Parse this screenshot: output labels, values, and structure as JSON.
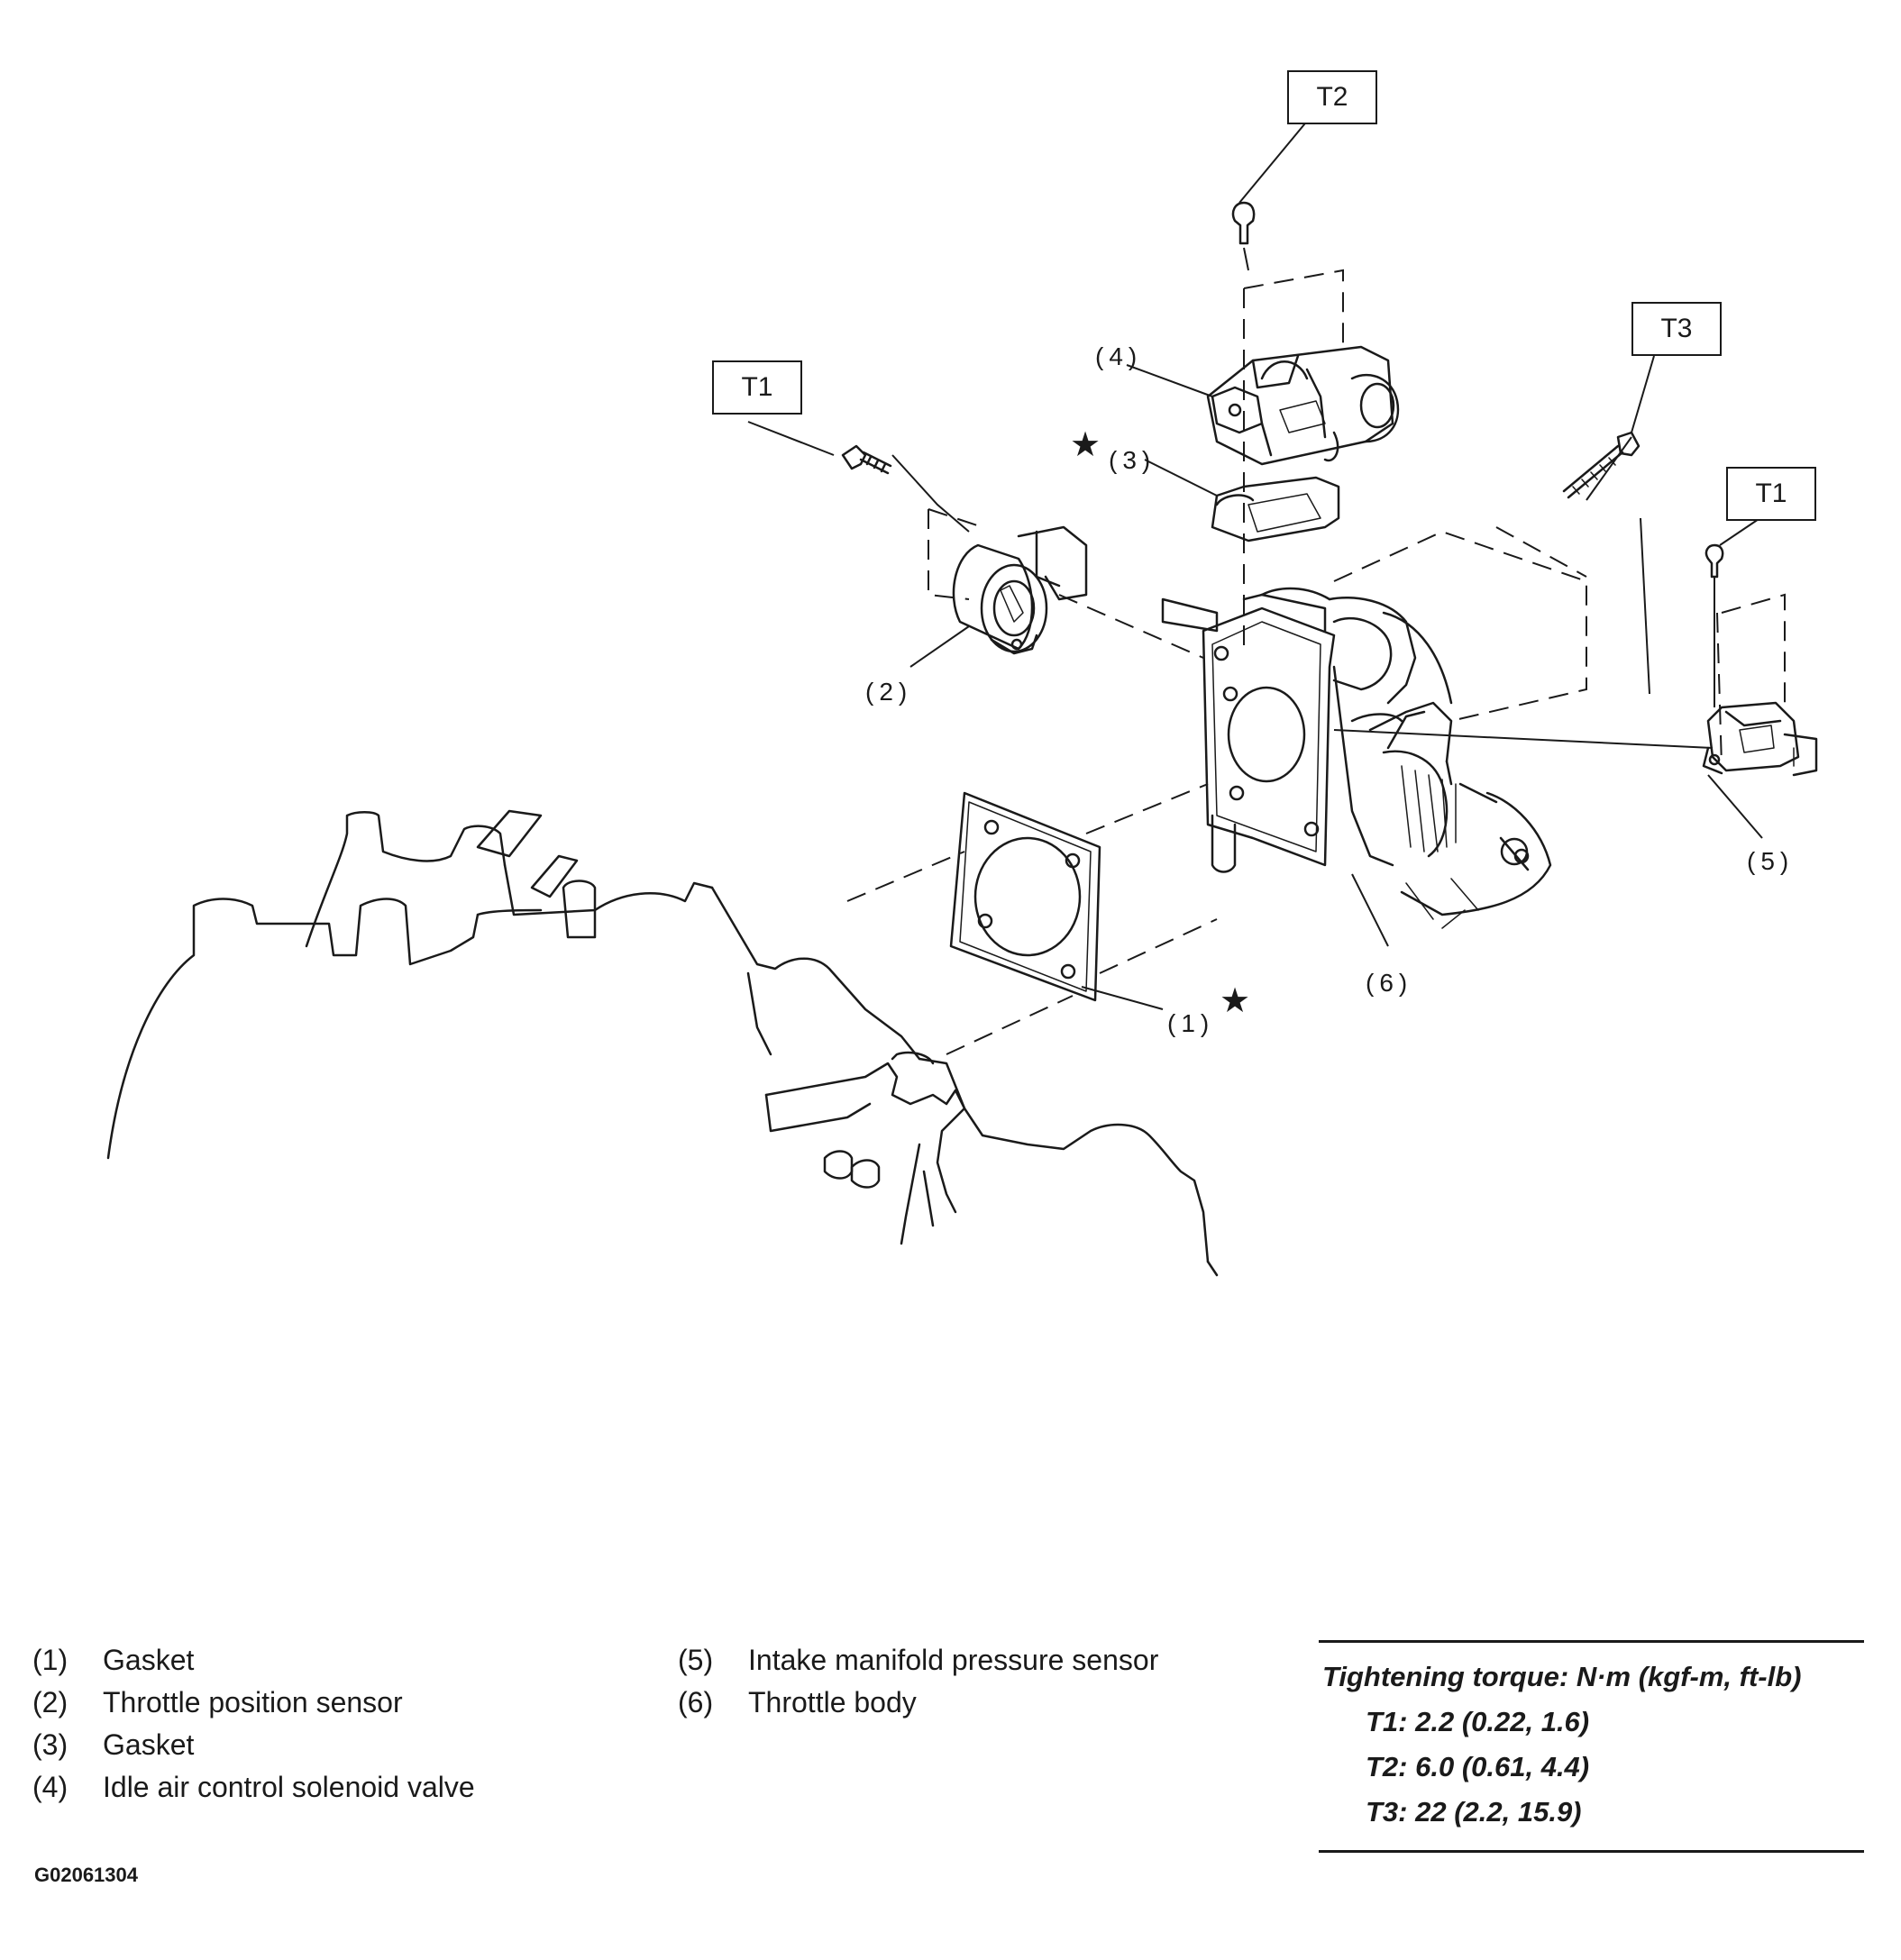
{
  "callouts": {
    "c1": "(1)",
    "c2": "(2)",
    "c3": "(3)",
    "c4": "(4)",
    "c5": "(5)",
    "c6": "(6)"
  },
  "torque_labels": {
    "t1_left": "T1",
    "t1_right": "T1",
    "t2": "T2",
    "t3": "T3"
  },
  "star_symbol": "★",
  "legend": [
    {
      "num": "(1)",
      "name": "Gasket"
    },
    {
      "num": "(2)",
      "name": "Throttle position sensor"
    },
    {
      "num": "(3)",
      "name": "Gasket"
    },
    {
      "num": "(4)",
      "name": "Idle air control solenoid valve"
    },
    {
      "num": "(5)",
      "name": "Intake manifold pressure sensor"
    },
    {
      "num": "(6)",
      "name": "Throttle body"
    }
  ],
  "torque": {
    "title": "Tightening torque: N·m (kgf-m, ft-lb)",
    "lines": [
      "T1: 2.2 (0.22, 1.6)",
      "T2: 6.0 (0.61, 4.4)",
      "T3: 22 (2.2, 15.9)"
    ]
  },
  "figure_code": "G02061304"
}
